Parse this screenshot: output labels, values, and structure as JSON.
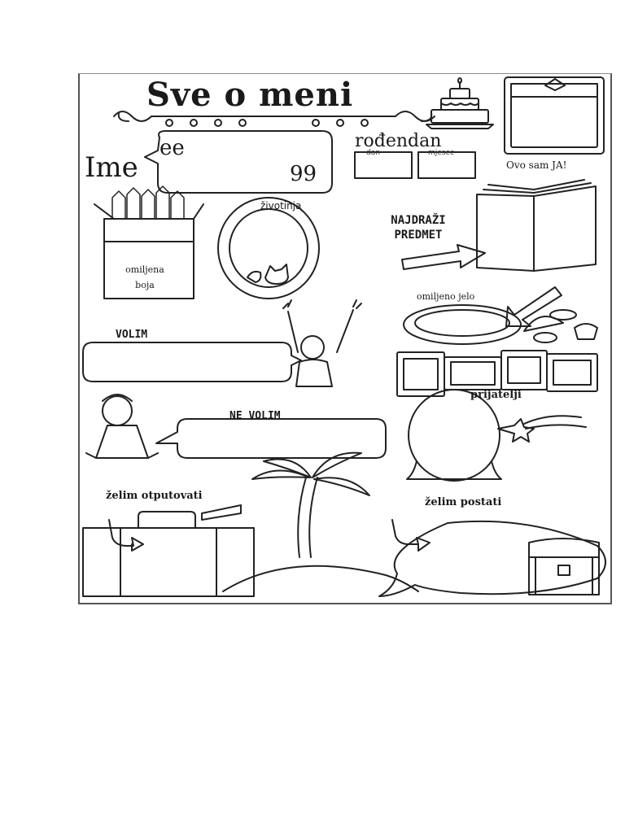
{
  "worksheet": {
    "title": "Sve o meni",
    "name_label": "Ime",
    "open_quote": "ee",
    "close_quote": "99",
    "birthday_label": "rođendan",
    "day_label": "dan",
    "month_label": "mjesec",
    "photo_label": "Ovo sam JA!",
    "animal_label": "životinja",
    "favorite_subject_label": "NAJDRAŽI PREDMET",
    "favorite_color_label": "omiljena boja",
    "favorite_food_label": "omiljeno jelo",
    "like_label": "VOLIM",
    "friends_label": "prijatelji",
    "dislike_label": "NE VOLIM",
    "travel_label": "želim otputovati",
    "become_label": "želim postati"
  },
  "icons": [
    "cake-icon",
    "photo-frame-icon",
    "crayon-box-icon",
    "animal-frame-icon",
    "open-book-icon",
    "arrow-icon",
    "plate-icon",
    "food-icon",
    "happy-child-icon",
    "friends-frames-icon",
    "sad-child-icon",
    "crystal-ball-icon",
    "suitcase-icon",
    "palm-tree-icon",
    "snorkel-icon",
    "treasure-chest-icon"
  ]
}
